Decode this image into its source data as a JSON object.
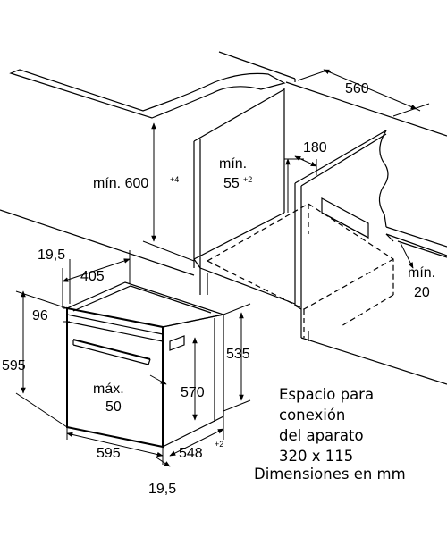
{
  "colors": {
    "line": "#000000",
    "background": "#ffffff"
  },
  "labels": {
    "width_niche_depth": "560",
    "min_height_niche": "mín. 600",
    "min_height_tolerance": "+4",
    "min_cutout_label": "mín.",
    "min_cutout_value": "55",
    "min_cutout_tolerance": "+2",
    "connection_width": "180",
    "min_back_label": "mín.",
    "min_back_value": "20",
    "front_offset": "19,5",
    "door_depth": "405",
    "control_panel_height": "96",
    "appliance_height": "595",
    "body_height": "535",
    "handle_max_label": "máx.",
    "handle_max_value": "50",
    "inner_height": "570",
    "appliance_width": "595",
    "body_depth": "548",
    "body_depth_tolerance": "+2",
    "bottom_offset": "19,5"
  },
  "note": {
    "line1": "Espacio para",
    "line2": "conexión",
    "line3": "del aparato",
    "line4": "320 x 115",
    "line5": "Dimensiones en mm"
  }
}
